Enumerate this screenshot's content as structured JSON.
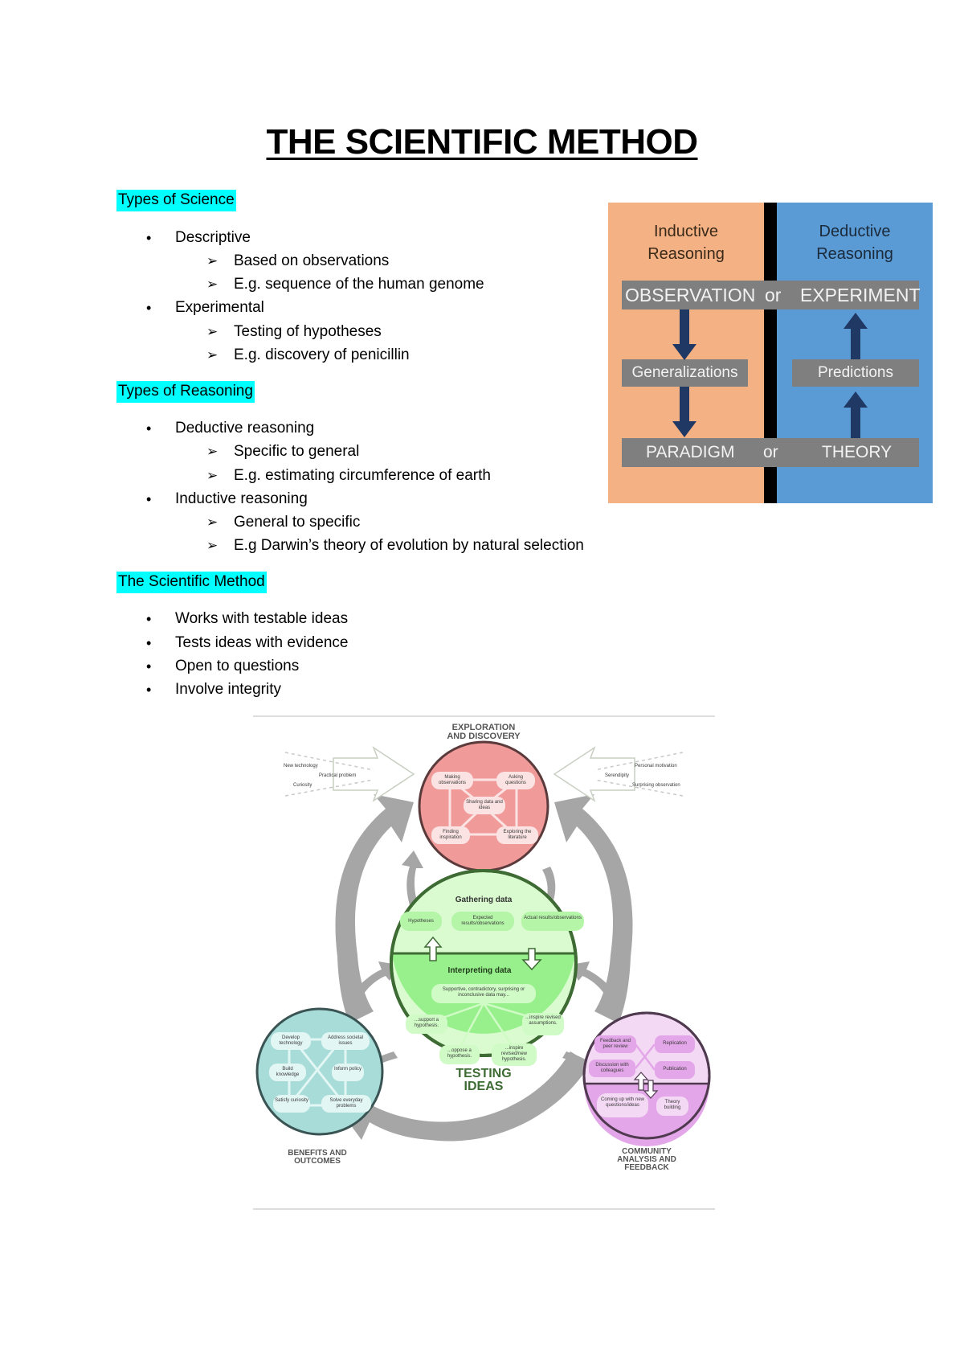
{
  "title": "THE SCIENTIFIC METHOD",
  "sections": {
    "types_of_science": {
      "heading": "Types of Science",
      "items": [
        {
          "label": "Descriptive",
          "subitems": [
            "Based on observations",
            "E.g. sequence of the human genome"
          ]
        },
        {
          "label": "Experimental",
          "subitems": [
            "Testing of hypotheses",
            "E.g. discovery of penicillin"
          ]
        }
      ]
    },
    "types_of_reasoning": {
      "heading": "Types of Reasoning",
      "items": [
        {
          "label": "Deductive reasoning",
          "subitems": [
            "Specific to general",
            "E.g. estimating circumference of earth"
          ]
        },
        {
          "label": "Inductive reasoning",
          "subitems": [
            "General to specific",
            "E.g Darwin’s theory of evolution by natural selection"
          ]
        }
      ]
    },
    "scientific_method": {
      "heading": "The Scientific Method",
      "items": [
        "Works with testable ideas",
        "Tests ideas with evidence",
        "Open to questions",
        "Involve integrity"
      ]
    }
  },
  "highlight_color": "#00ffff",
  "reasoning_diagram": {
    "left_header": [
      "Inductive",
      "Reasoning"
    ],
    "right_header": [
      "Deductive",
      "Reasoning"
    ],
    "top_row": {
      "left": "OBSERVATION",
      "mid": "or",
      "right": "EXPERIMENT"
    },
    "middle_left": "Generalizations",
    "middle_right": "Predictions",
    "bottom_row": {
      "left": "PARADIGM",
      "mid": "or",
      "right": "THEORY"
    },
    "colors": {
      "inductive": "#f4b183",
      "deductive": "#5b9bd5",
      "box": "#7f7f7f",
      "arrow": "#1f3864"
    }
  },
  "process_diagram": {
    "exploration": {
      "title": [
        "EXPLORATION",
        "AND DISCOVERY"
      ],
      "nodes": [
        "Making observations",
        "Asking questions",
        "Sharing data and ideas",
        "Finding inspiration",
        "Exploring the literature"
      ],
      "left_inputs": [
        "New technology",
        "Practical problem",
        "Curiosity"
      ],
      "right_inputs": [
        "Personal motivation",
        "Serendipity",
        "Surprising observation"
      ]
    },
    "testing": {
      "title": [
        "TESTING",
        "IDEAS"
      ],
      "gathering_title": "Gathering data",
      "gathering_nodes": [
        "Hypotheses",
        "Expected results/observations",
        "Actual results/observations"
      ],
      "interpreting_title": "Interpreting data",
      "interpreting_root": "Supportive, contradictory, surprising or inconclusive data may...",
      "interpreting_nodes": [
        "...support a hypothesis.",
        "...oppose a hypothesis.",
        "...inspire revised/new hypothesis.",
        "...inspire revised assumptions."
      ]
    },
    "benefits": {
      "title": [
        "BENEFITS AND",
        "OUTCOMES"
      ],
      "nodes": [
        "Develop technology",
        "Address societal issues",
        "Build knowledge",
        "Inform policy",
        "Satisfy curiosity",
        "Solve everyday problems"
      ]
    },
    "community": {
      "title": [
        "COMMUNITY",
        "ANALYSIS AND",
        "FEEDBACK"
      ],
      "nodes": [
        "Feedback and peer review",
        "Replication",
        "Discussion with colleagues",
        "Publication",
        "Coming up with new questions/ideas",
        "Theory building"
      ]
    }
  }
}
